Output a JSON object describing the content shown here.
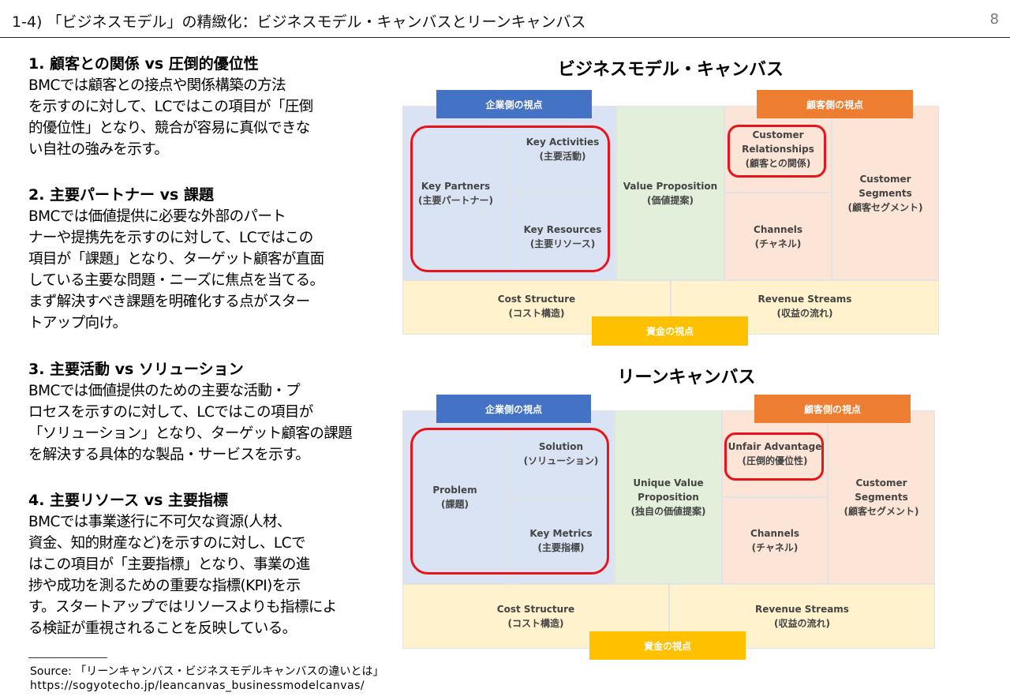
{
  "header": {
    "title": "1-4) 「ビジネスモデル」の精緻化：ビジネスモデル・キャンバスとリーンキャンバス",
    "page_number": "8"
  },
  "sections": [
    {
      "heading": "1. 顧客との関係 vs 圧倒的優位性",
      "lines": [
        "BMCでは顧客との接点や関係構築の方法",
        "を示すのに対して、LCではこの項目が「圧倒",
        "的優位性」となり、競合が容易に真似できな",
        "い自社の強みを示す。"
      ]
    },
    {
      "heading": "2. 主要パートナー vs 課題",
      "lines": [
        "BMCでは価値提供に必要な外部のパート",
        "ナーや提携先を示すのに対して、LCではこの",
        "項目が「課題」となり、ターゲット顧客が直面",
        "している主要な問題・ニーズに焦点を当てる。",
        "まず解決すべき課題を明確化する点がスター",
        "トアップ向け。"
      ]
    },
    {
      "heading": "3. 主要活動 vs ソリューション",
      "lines": [
        "BMCでは価値提供のための主要な活動・プ",
        "ロセスを示すのに対して、LCではこの項目が",
        "「ソリューション」となり、ターゲット顧客の課題",
        "を解決する具体的な製品・サービスを示す。"
      ]
    },
    {
      "heading": "4. 主要リソース vs 主要指標",
      "lines": [
        "BMCでは事業遂行に不可欠な資源(人材、",
        "資金、知的財産など)を示すのに対し、LCで",
        "はこの項目が「主要指標」となり、事業の進",
        "捗や成功を測るための重要な指標(KPI)を示",
        "す。スタートアップではリソースよりも指標によ",
        "る検証が重視されることを反映している。"
      ]
    }
  ],
  "source": {
    "line1": "Source: 「リーンキャンバス・ビジネスモデルキャンバスの違いとは」",
    "line2": "https://sogyotecho.jp/leancanvas_businessmodelcanvas/"
  },
  "bmc": {
    "title": "ビジネスモデル・キャンバス",
    "tag_company": "企業側の視点",
    "tag_customer": "顧客側の視点",
    "tag_money": "資金の視点",
    "key_partners": {
      "en": "Key Partners",
      "ja": "(主要パートナー)"
    },
    "key_activities": {
      "en": "Key Activities",
      "ja": "(主要活動)"
    },
    "key_resources": {
      "en": "Key Resources",
      "ja": "(主要リソース)"
    },
    "value_proposition": {
      "en": "Value Proposition",
      "ja": "(価値提案)"
    },
    "customer_relationships": {
      "en1": "Customer",
      "en2": "Relationships",
      "ja": "(顧客との関係)"
    },
    "channels": {
      "en": "Channels",
      "ja": "(チャネル)"
    },
    "customer_segments": {
      "en1": "Customer",
      "en2": "Segments",
      "ja": "(顧客セグメント)"
    },
    "cost_structure": {
      "en": "Cost Structure",
      "ja": "(コスト構造)"
    },
    "revenue_streams": {
      "en": "Revenue Streams",
      "ja": "(収益の流れ)"
    }
  },
  "lc": {
    "title": "リーンキャンバス",
    "tag_company": "企業側の視点",
    "tag_customer": "顧客側の視点",
    "tag_money": "資金の視点",
    "problem": {
      "en": "Problem",
      "ja": "(課題)"
    },
    "solution": {
      "en": "Solution",
      "ja": "(ソリューション)"
    },
    "key_metrics": {
      "en": "Key Metrics",
      "ja": "(主要指標)"
    },
    "uvp": {
      "en1": "Unique Value",
      "en2": "Proposition",
      "ja": "(独自の価値提案)"
    },
    "unfair_advantage": {
      "en": "Unfair Advantage",
      "ja": "(圧倒的優位性)"
    },
    "channels": {
      "en": "Channels",
      "ja": "(チャネル)"
    },
    "customer_segments": {
      "en1": "Customer",
      "en2": "Segments",
      "ja": "(顧客セグメント)"
    },
    "cost_structure": {
      "en": "Cost Structure",
      "ja": "(コスト構造)"
    },
    "revenue_streams": {
      "en": "Revenue Streams",
      "ja": "(収益の流れ)"
    }
  }
}
